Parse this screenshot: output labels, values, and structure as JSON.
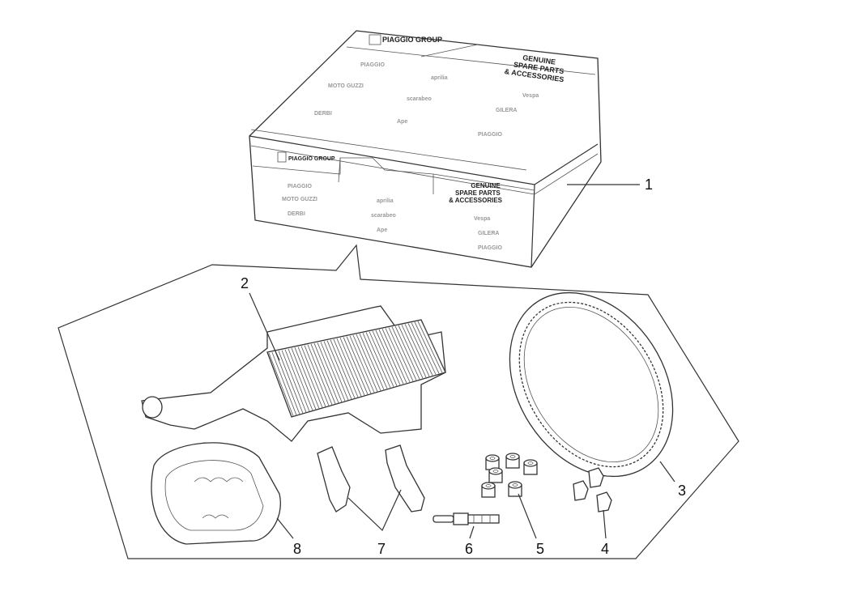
{
  "box": {
    "group_logo": "PIAGGIO GROUP",
    "tagline": [
      "GENUINE",
      "SPARE PARTS",
      "& ACCESSORIES"
    ],
    "brands": [
      "PIAGGIO",
      "aprilia",
      "Vespa",
      "MOTO GUZZI",
      "scarabeo",
      "GILERA",
      "DERBI",
      "Ape",
      "PIAGGIO"
    ]
  },
  "callouts": [
    "1",
    "2",
    "3",
    "4",
    "5",
    "6",
    "7",
    "8"
  ],
  "colors": {
    "line": "#333333",
    "background": "#ffffff"
  }
}
